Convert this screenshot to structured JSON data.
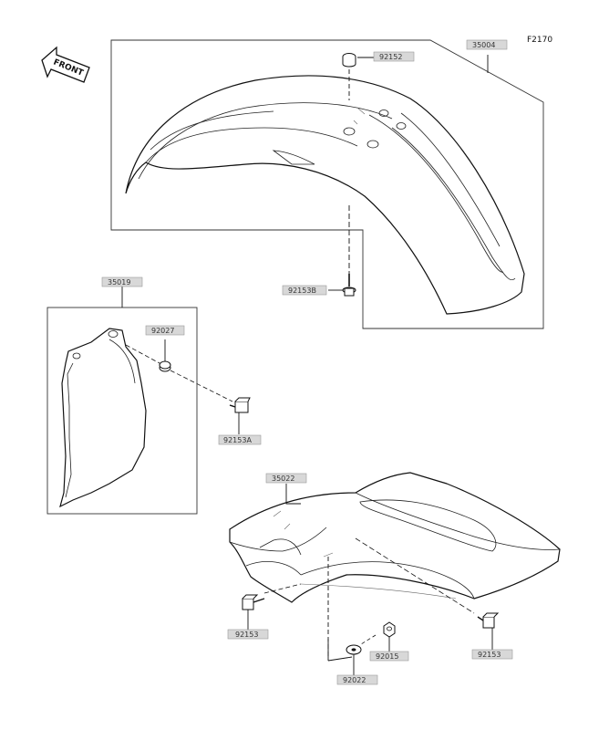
{
  "figure_id": "F2170",
  "front_label": "FRONT",
  "parts": {
    "front_fender": "35004",
    "fender_cap_bolt": "92152",
    "fender_bolt_b": "92153B",
    "fork_guard": "35019",
    "collar": "92027",
    "guard_bolt_a": "92153A",
    "rear_fender": "35022",
    "rear_bolt_left": "92153",
    "rear_nut": "92015",
    "rear_washer": "92022",
    "rear_bolt_right": "92153"
  }
}
